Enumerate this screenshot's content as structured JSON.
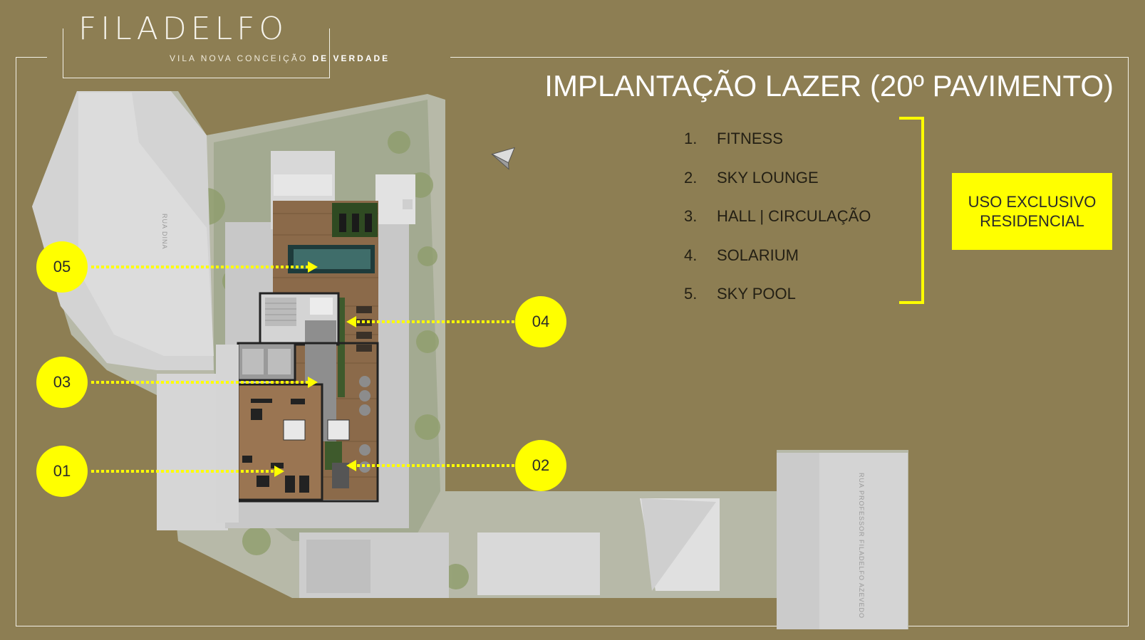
{
  "brand": {
    "title": "FILADELFO",
    "subtitle_regular": "VILA NOVA CONCEIÇÃO",
    "subtitle_bold": "DE VERDADE"
  },
  "page_title": "IMPLANTAÇÃO LAZER (20º PAVIMENTO)",
  "legend": [
    {
      "num": "1.",
      "label": "FITNESS"
    },
    {
      "num": "2.",
      "label": "SKY LOUNGE"
    },
    {
      "num": "3.",
      "label": "HALL | CIRCULAÇÃO"
    },
    {
      "num": "4.",
      "label": "SOLARIUM"
    },
    {
      "num": "5.",
      "label": "SKY POOL"
    }
  ],
  "badge": {
    "line1": "USO EXCLUSIVO",
    "line2": "RESIDENCIAL"
  },
  "markers": [
    "05",
    "04",
    "03",
    "02",
    "01"
  ],
  "streets": {
    "left": "RUA DINA",
    "right": "RUA PROFESSOR FILADELFO AZEVEDO"
  },
  "colors": {
    "background": "#8d7e53",
    "accent": "#ffff00",
    "frame": "#f2f0e6"
  }
}
